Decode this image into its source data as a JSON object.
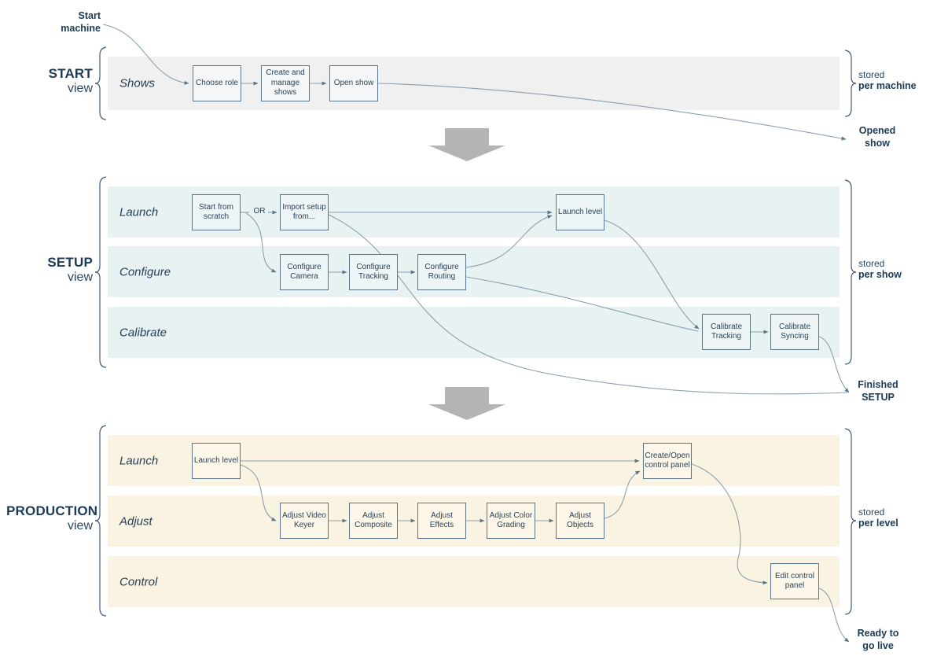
{
  "diagram": {
    "entry_label": "Start\nmachine",
    "or_label": "OR",
    "colors": {
      "background": "#ffffff",
      "text_navy": "#1d3a56",
      "lane_gray": "#f0f0f0",
      "lane_blue": "#e9f2f3",
      "lane_cream": "#fbf3e1",
      "box_border": "#5c7689",
      "connector": "#8ba0ae",
      "bracket": "#3f5a73",
      "transition_arrow_gray": "#b4b4b4"
    },
    "sections": [
      {
        "name": "START",
        "view_word": "view",
        "stored_word": "stored",
        "stored_scope": "per machine",
        "output_label": "Opened\nshow",
        "lanes": [
          {
            "label": "Shows",
            "boxes": [
              "Choose role",
              "Create and manage shows",
              "Open show"
            ]
          }
        ]
      },
      {
        "name": "SETUP",
        "view_word": "view",
        "stored_word": "stored",
        "stored_scope": "per show",
        "output_label": "Finished\nSETUP",
        "lanes": [
          {
            "label": "Launch",
            "boxes": [
              "Start from scratch",
              "Import setup from...",
              "Launch level"
            ]
          },
          {
            "label": "Configure",
            "boxes": [
              "Configure Camera",
              "Configure Tracking",
              "Configure Routing"
            ]
          },
          {
            "label": "Calibrate",
            "boxes": [
              "Calibrate Tracking",
              "Calibrate Syncing"
            ]
          }
        ]
      },
      {
        "name": "PRODUCTION",
        "view_word": "view",
        "stored_word": "stored",
        "stored_scope": "per level",
        "output_label": "Ready to\ngo live",
        "lanes": [
          {
            "label": "Launch",
            "boxes": [
              "Launch level",
              "Create/Open control panel"
            ]
          },
          {
            "label": "Adjust",
            "boxes": [
              "Adjust Video Keyer",
              "Adjust Composite",
              "Adjust Effects",
              "Adjust Color Grading",
              "Adjust Objects"
            ]
          },
          {
            "label": "Control",
            "boxes": [
              "Edit control panel"
            ]
          }
        ]
      }
    ]
  }
}
